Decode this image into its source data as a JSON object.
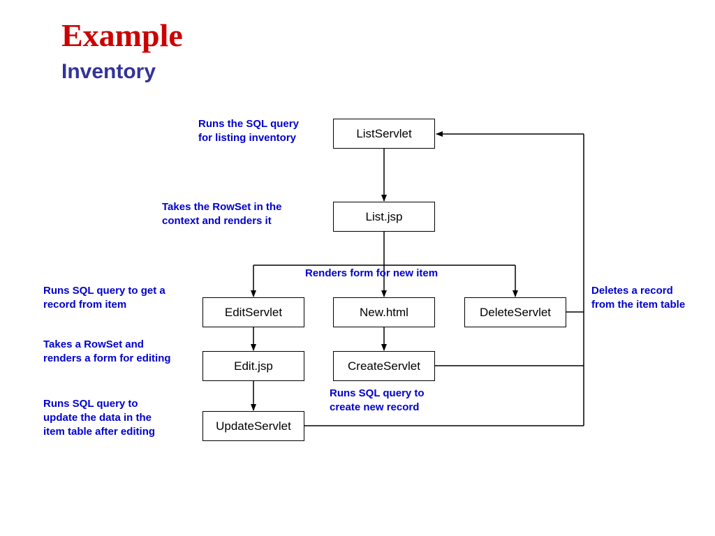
{
  "title": "Example",
  "subtitle": "Inventory",
  "nodes": {
    "list_servlet": "ListServlet",
    "list_jsp": "List.jsp",
    "edit_servlet": "EditServlet",
    "new_html": "New.html",
    "delete_servlet": "DeleteServlet",
    "edit_jsp": "Edit.jsp",
    "create_servlet": "CreateServlet",
    "update_servlet": "UpdateServlet"
  },
  "notes": {
    "list_servlet": [
      "Runs the SQL query",
      "for listing inventory"
    ],
    "list_jsp": [
      "Takes the RowSet in the",
      "context and renders it"
    ],
    "new_html": [
      "Renders form for new item"
    ],
    "edit_servlet": [
      "Runs SQL query to get a",
      "record from item"
    ],
    "delete_servlet": [
      "Deletes a record",
      "from the item table"
    ],
    "edit_jsp": [
      "Takes a RowSet and",
      "renders a form for editing"
    ],
    "create_servlet": [
      "Runs SQL query to",
      "create new record"
    ],
    "update_servlet": [
      "Runs SQL query to",
      "update the data in the",
      "item table after editing"
    ]
  },
  "colors": {
    "title": "#cc0000",
    "subtitle": "#333399",
    "note_text": "#0000cc",
    "box_border": "#000000",
    "connector": "#000000"
  }
}
